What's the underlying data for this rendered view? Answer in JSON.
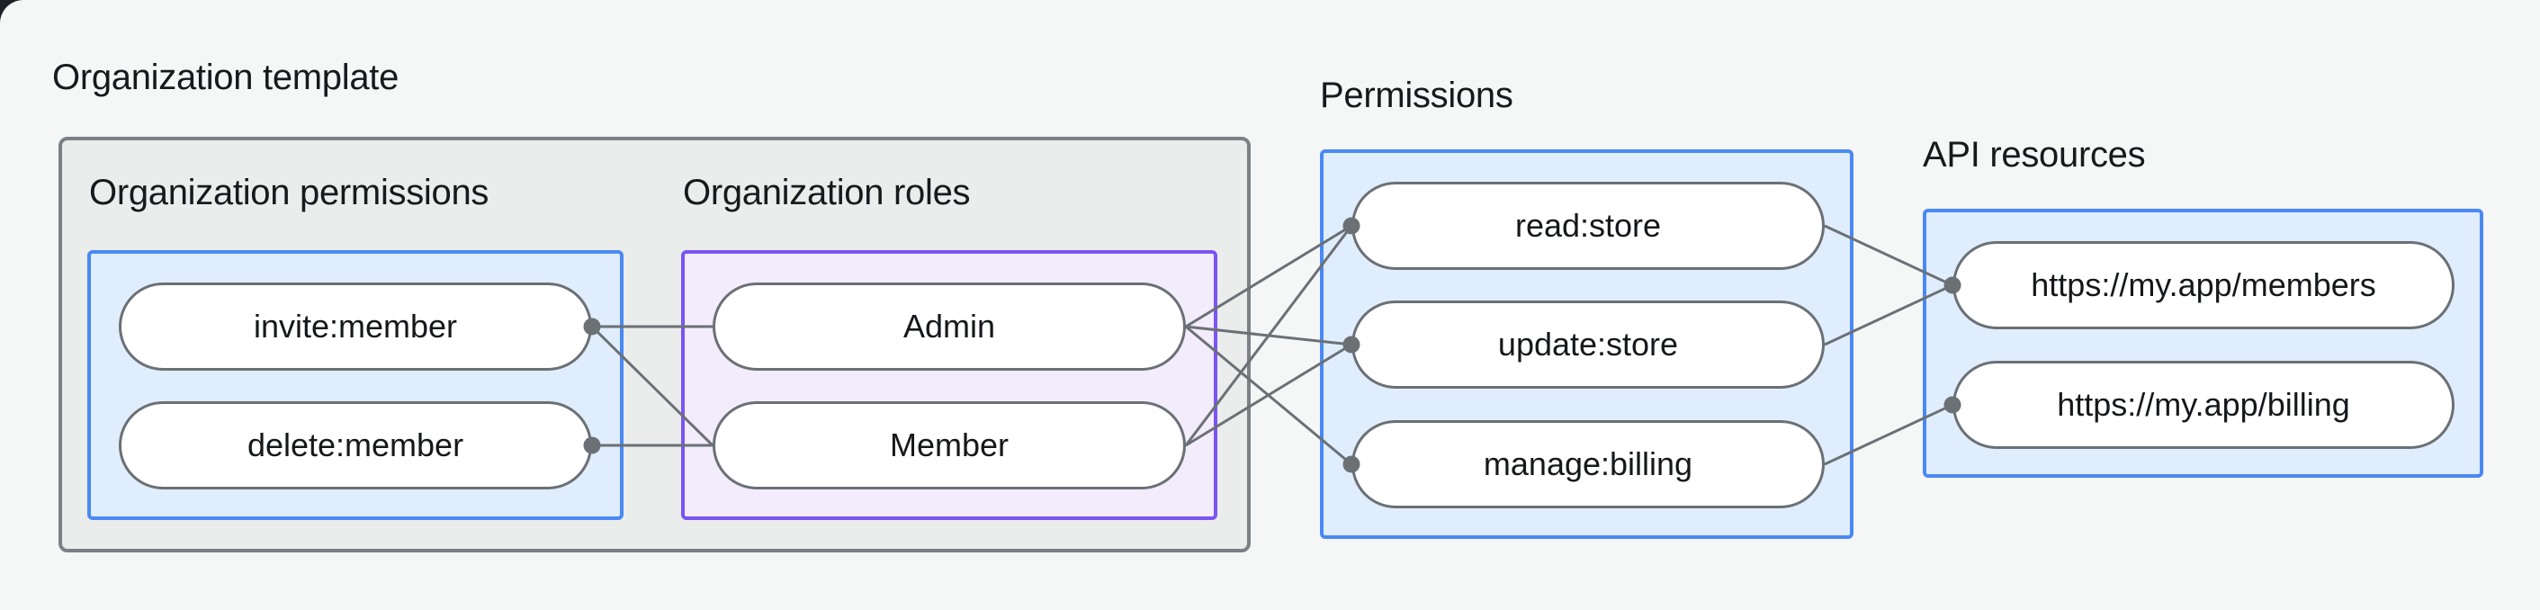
{
  "page": {
    "title": "Organization template"
  },
  "panels": {
    "org_permissions": {
      "label": "Organization permissions",
      "items": [
        "invite:member",
        "delete:member"
      ]
    },
    "org_roles": {
      "label": "Organization roles",
      "items": [
        "Admin",
        "Member"
      ]
    },
    "permissions": {
      "label": "Permissions",
      "items": [
        "read:store",
        "update:store",
        "manage:billing"
      ]
    },
    "api_resources": {
      "label": "API resources",
      "items": [
        "https://my.app/members",
        "https://my.app/billing"
      ]
    }
  },
  "edges": [
    {
      "from": "invite",
      "to": "admin"
    },
    {
      "from": "invite",
      "to": "member"
    },
    {
      "from": "delete",
      "to": "member"
    },
    {
      "from": "admin",
      "to": "read"
    },
    {
      "from": "admin",
      "to": "update"
    },
    {
      "from": "admin",
      "to": "manage"
    },
    {
      "from": "member",
      "to": "read"
    },
    {
      "from": "member",
      "to": "update"
    },
    {
      "from": "read",
      "to": "members"
    },
    {
      "from": "update",
      "to": "members"
    },
    {
      "from": "manage",
      "to": "billing"
    }
  ],
  "connector_dots": [
    {
      "node": "invite",
      "side": "right"
    },
    {
      "node": "delete",
      "side": "right"
    },
    {
      "node": "read",
      "side": "left"
    },
    {
      "node": "update",
      "side": "left"
    },
    {
      "node": "manage",
      "side": "left"
    },
    {
      "node": "members",
      "side": "left"
    },
    {
      "node": "billing",
      "side": "left"
    }
  ],
  "colors": {
    "page_background": "#f5f6f6",
    "template_box_fill": "#ebecec",
    "template_box_border": "#7b8085",
    "blue_panel_fill": "#e0edfc",
    "blue_panel_border": "#4a89f3",
    "purple_panel_fill": "#f2ecfd",
    "purple_panel_border": "#7a55f1",
    "pill_fill": "#ffffff",
    "pill_border": "#6b7075",
    "wire": "#6b7075",
    "text": "#17191d"
  }
}
